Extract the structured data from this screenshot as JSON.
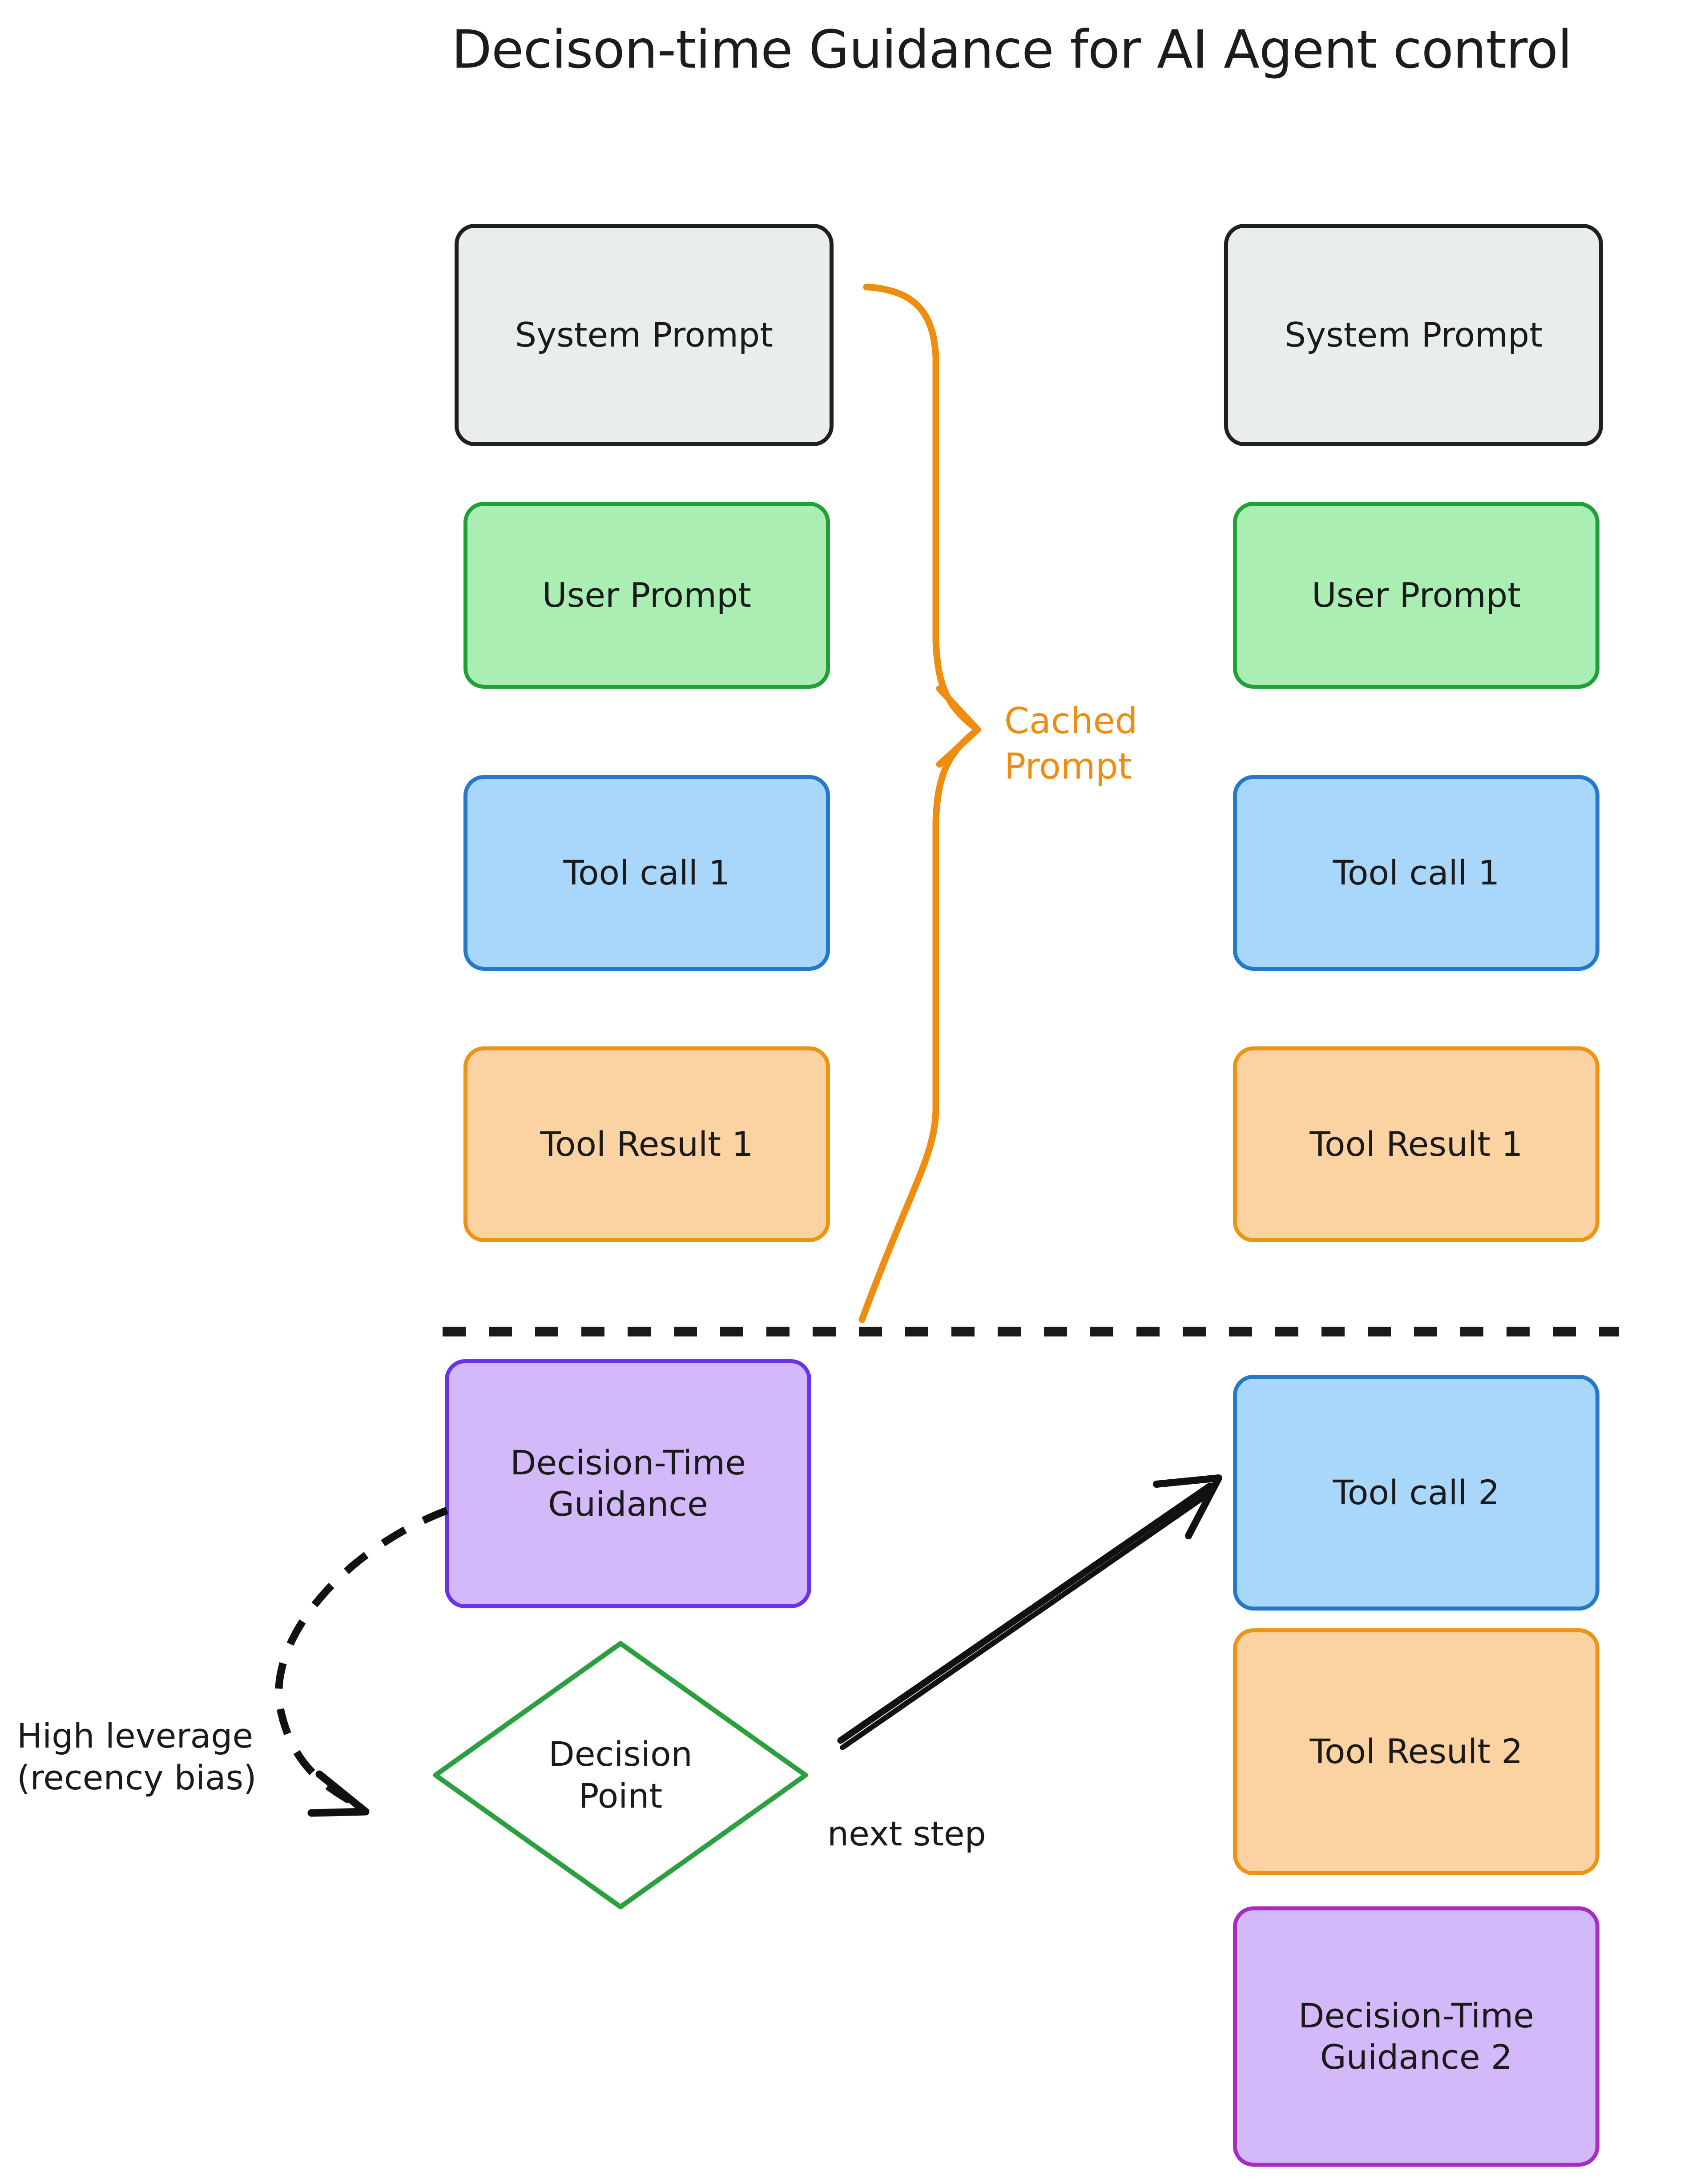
{
  "title": "Decison-time Guidance for AI Agent control",
  "colors": {
    "gray_fill": "#e9edee",
    "gray_border": "#1f1f1f",
    "green_fill": "#abeeb3",
    "green_border": "#21a038",
    "blue_fill": "#a9d6fb",
    "blue_border": "#2579c9",
    "orange_fill": "#fbd2a1",
    "orange_border": "#ec9413",
    "purple_fill": "#d3b9fa",
    "purple_border": "#6a33ea",
    "magenta_border": "#a82cc2",
    "cached_accent": "#ef8d10",
    "background": "#ffffff"
  },
  "left_column": {
    "nodes": [
      {
        "id": "system-prompt",
        "label": "System Prompt",
        "style": "gray"
      },
      {
        "id": "user-prompt",
        "label": "User Prompt",
        "style": "green"
      },
      {
        "id": "tool-call-1",
        "label": "Tool call 1",
        "style": "blue"
      },
      {
        "id": "tool-result-1",
        "label": "Tool Result 1",
        "style": "orange"
      },
      {
        "id": "decision-time-guidance",
        "label": "Decision-Time\nGuidance",
        "style": "purple"
      }
    ],
    "decision_point": {
      "id": "decision-point",
      "label": "Decision\nPoint",
      "style": "diamond-green"
    }
  },
  "right_column": {
    "nodes": [
      {
        "id": "system-prompt",
        "label": "System Prompt",
        "style": "gray"
      },
      {
        "id": "user-prompt",
        "label": "User Prompt",
        "style": "green"
      },
      {
        "id": "tool-call-1",
        "label": "Tool call 1",
        "style": "blue"
      },
      {
        "id": "tool-result-1",
        "label": "Tool Result 1",
        "style": "orange"
      },
      {
        "id": "tool-call-2",
        "label": "Tool call 2",
        "style": "blue"
      },
      {
        "id": "tool-result-2",
        "label": "Tool Result 2",
        "style": "orange"
      },
      {
        "id": "decision-time-guidance-2",
        "label": "Decision-Time\nGuidance 2",
        "style": "magenta"
      }
    ]
  },
  "annotations": {
    "cached_prompt": "Cached\nPrompt",
    "high_leverage": "High leverage\n(recency bias)",
    "next_step": "next step"
  }
}
